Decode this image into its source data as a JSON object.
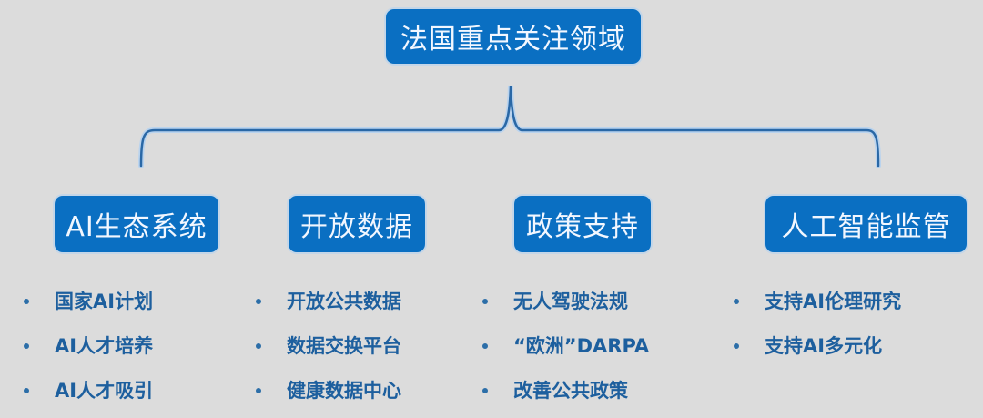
{
  "root": {
    "label": "法国重点关注领域"
  },
  "categories": [
    {
      "label": "AI生态系统",
      "items": [
        "国家AI计划",
        "AI人才培养",
        "AI人才吸引"
      ]
    },
    {
      "label": "开放数据",
      "items": [
        "开放公共数据",
        "数据交换平台",
        "健康数据中心"
      ]
    },
    {
      "label": "政策支持",
      "items": [
        "无人驾驶法规",
        "“欧洲”DARPA",
        "改善公共政策"
      ]
    },
    {
      "label": "人工智能监管",
      "items": [
        "支持AI伦理研究",
        "支持AI多元化"
      ]
    }
  ],
  "colors": {
    "background": "#dcdcdc",
    "box_fill": "#0a6fc2",
    "box_text": "#f2f7ff",
    "brace": "#2a68a6",
    "list_text": "#1d5f9e"
  }
}
